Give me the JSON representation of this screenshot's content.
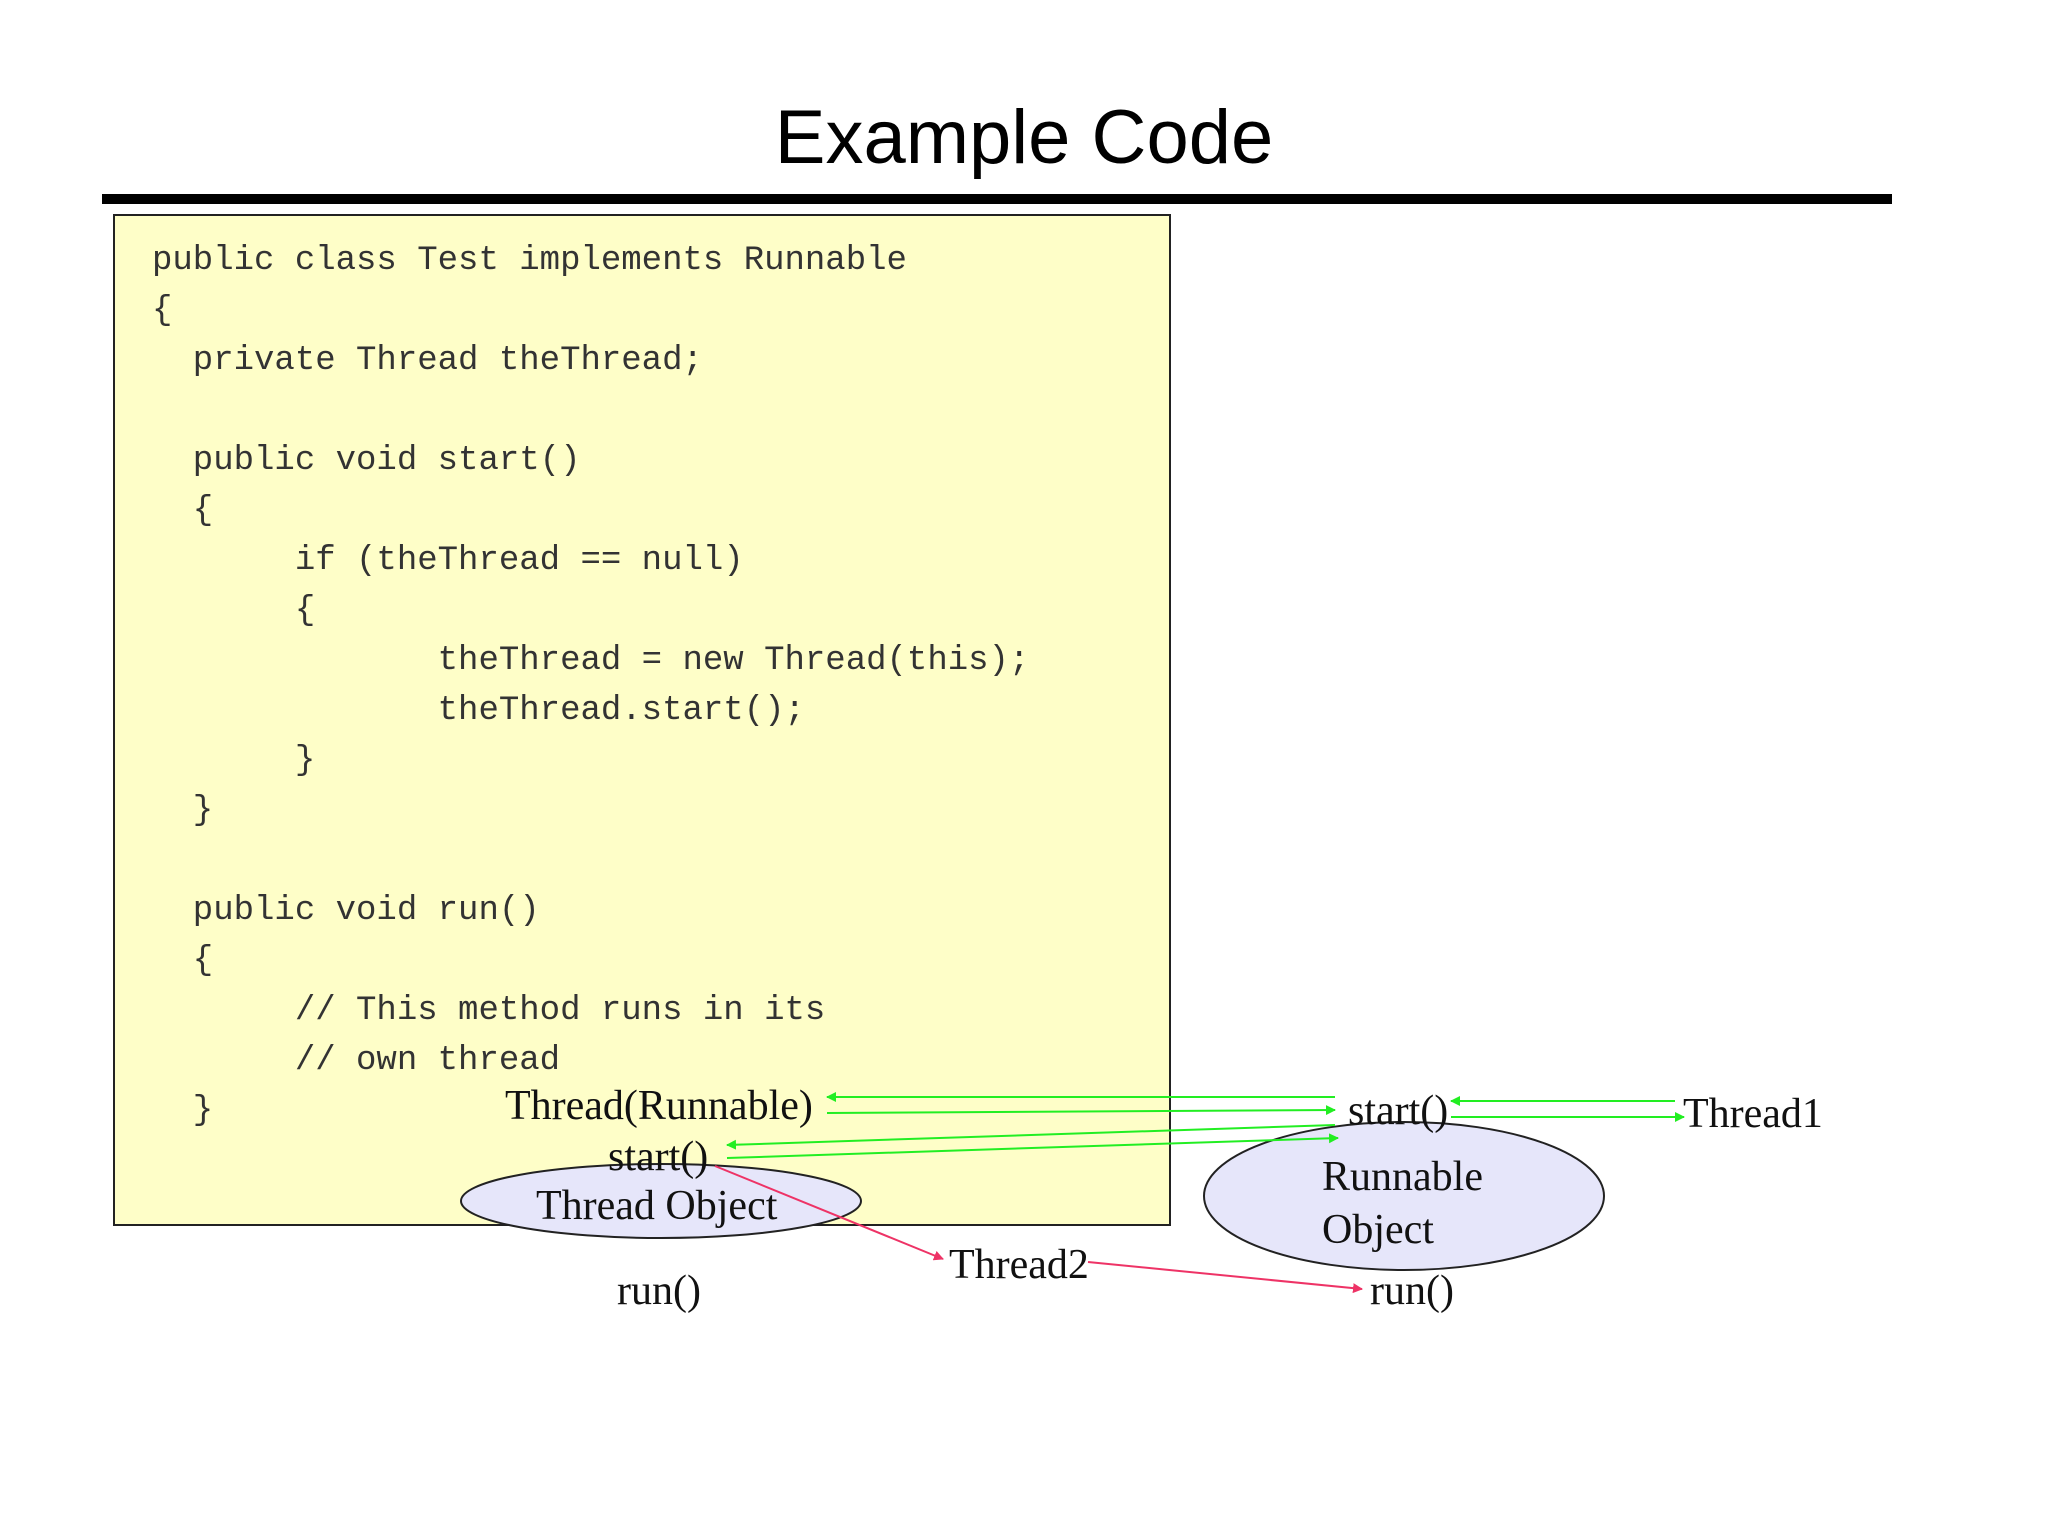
{
  "title": "Example Code",
  "code_lines": [
    "public class Test implements Runnable",
    "{",
    "  private Thread theThread;",
    "",
    "  public void start()",
    "  {",
    "       if (theThread == null)",
    "       {",
    "              theThread = new Thread(this);",
    "              theThread.start();",
    "       }",
    "  }",
    "",
    "  public void run()",
    "  {",
    "       // This method runs in its",
    "       // own thread",
    "  }"
  ],
  "diagram": {
    "thread_runnable_label": "Thread(Runnable)",
    "thread_start_label": "start()",
    "thread_object_label": "Thread Object",
    "thread_run_label": "run()",
    "runnable_start_label": "start()",
    "runnable_object_line1": "Runnable",
    "runnable_object_line2": "Object",
    "runnable_run_label": "run()",
    "thread1_label": "Thread1",
    "thread2_label": "Thread2",
    "colors": {
      "thread1_arrows": "#22ee22",
      "thread2_arrows": "#ee3366",
      "ellipse_fill": "#e6e6fa",
      "code_background": "#fefec8"
    }
  }
}
